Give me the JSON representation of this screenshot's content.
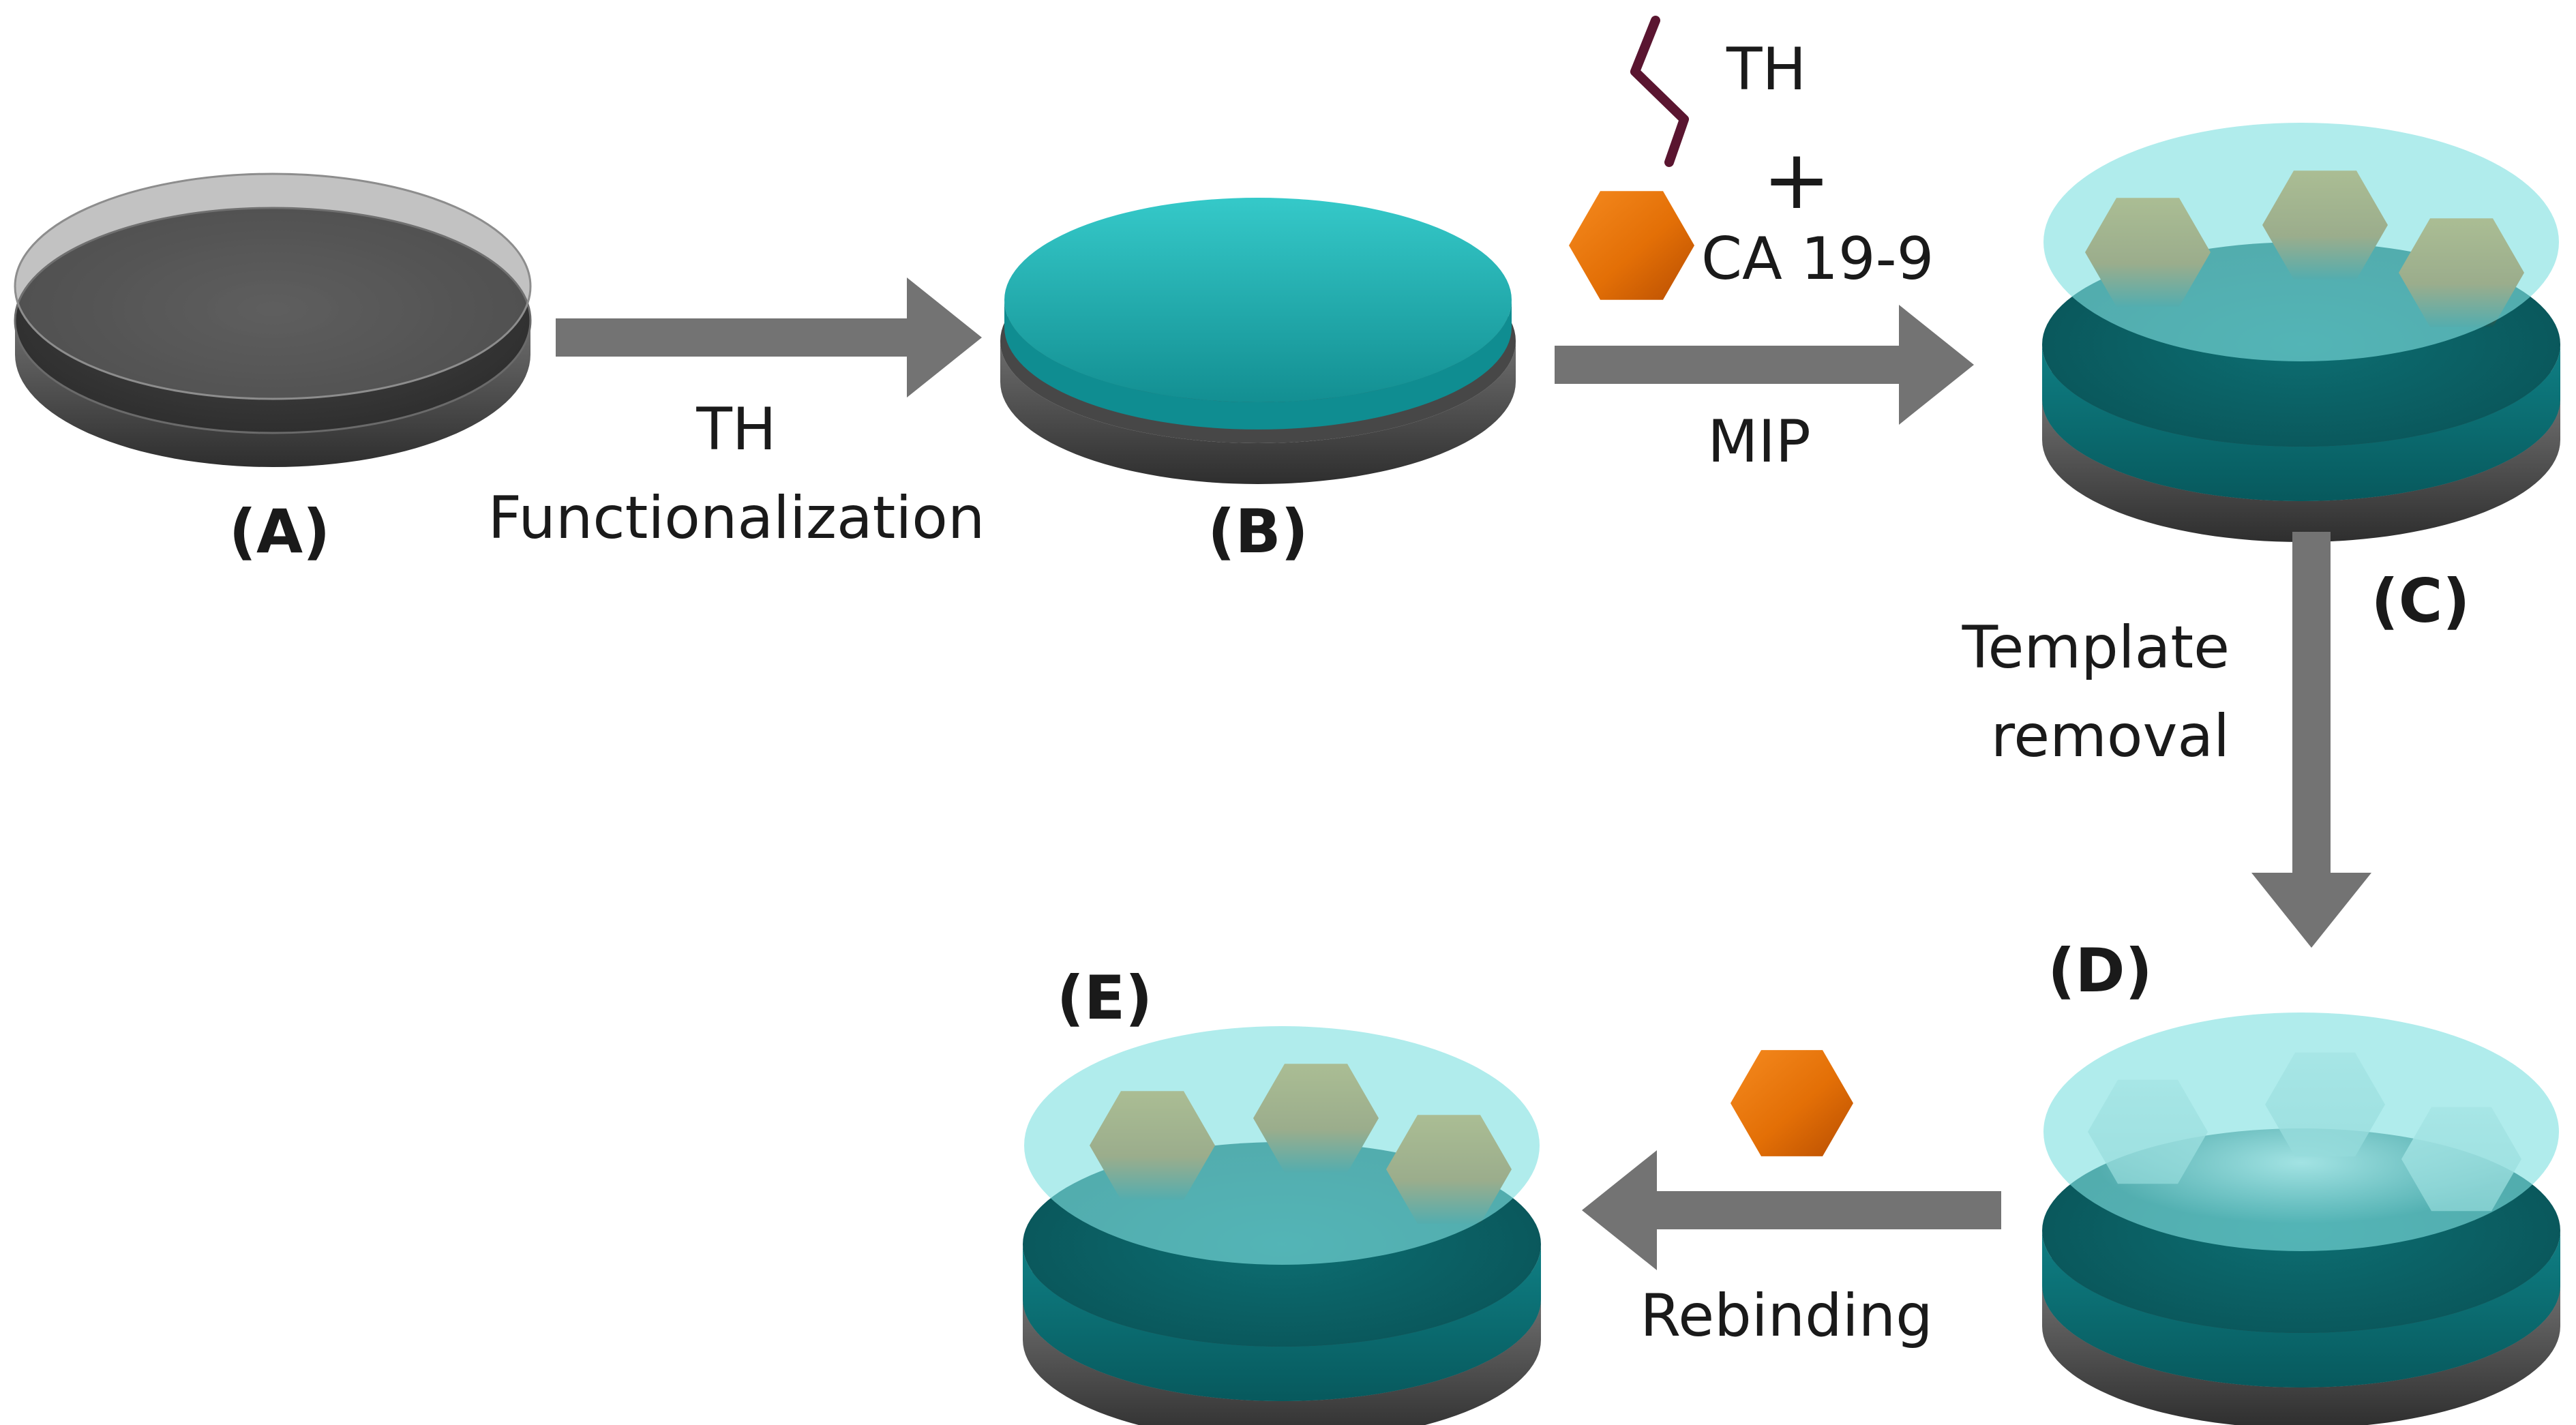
{
  "stages": {
    "a": "(A)",
    "b": "(B)",
    "c": "(C)",
    "d": "(D)",
    "e": "(E)"
  },
  "steps": {
    "functionalization": {
      "line1": "TH",
      "line2": "Functionalization"
    },
    "mip": {
      "caption": "MIP",
      "reagent_monomer": "TH",
      "plus": "+",
      "reagent_template": "CA 19-9"
    },
    "template_removal": {
      "line1": "Template",
      "line2": "removal"
    },
    "rebinding": {
      "caption": "Rebinding"
    }
  },
  "colors": {
    "electrode_gray": "#5a5a5a",
    "polymer_teal": "#1ea8aa",
    "film_light": "#7dd8d8",
    "template_orange": "#e8760a",
    "monomer_chain": "#5a1530",
    "arrow_gray": "#737373"
  }
}
